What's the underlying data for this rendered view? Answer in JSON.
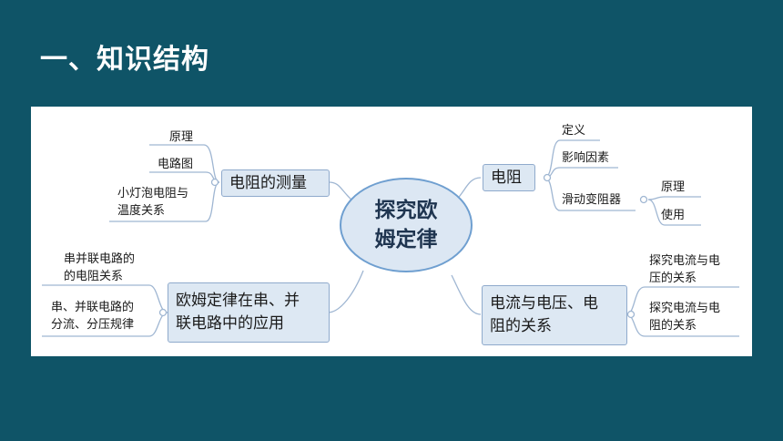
{
  "title": "一、知识结构",
  "center": {
    "line1": "探究欧",
    "line2": "姆定律"
  },
  "branches": {
    "measure": {
      "label": "电阻的测量",
      "leaves": [
        "原理",
        "电路图",
        "小灯泡电阻与",
        "温度关系"
      ]
    },
    "resistance": {
      "label": "电阻",
      "leaves": [
        "定义",
        "影响因素",
        "滑动变阻器"
      ],
      "rheostat_children": [
        "原理",
        "使用"
      ]
    },
    "application": {
      "line1": "欧姆定律在串、并",
      "line2": "联电路中的应用",
      "leaves": [
        "串并联电路的",
        "的电阻关系",
        "串、并联电路的",
        "分流、分压规律"
      ]
    },
    "relation": {
      "line1": "电流与电压、电",
      "line2": "阻的关系",
      "leaves": [
        "探究电流与电",
        "压的关系",
        "探究电流与电",
        "阻的关系"
      ]
    }
  },
  "colors": {
    "background": "#0f5467",
    "node_fill": "#dde8f3",
    "node_border": "#8faacc",
    "line": "#9fb6d2"
  }
}
